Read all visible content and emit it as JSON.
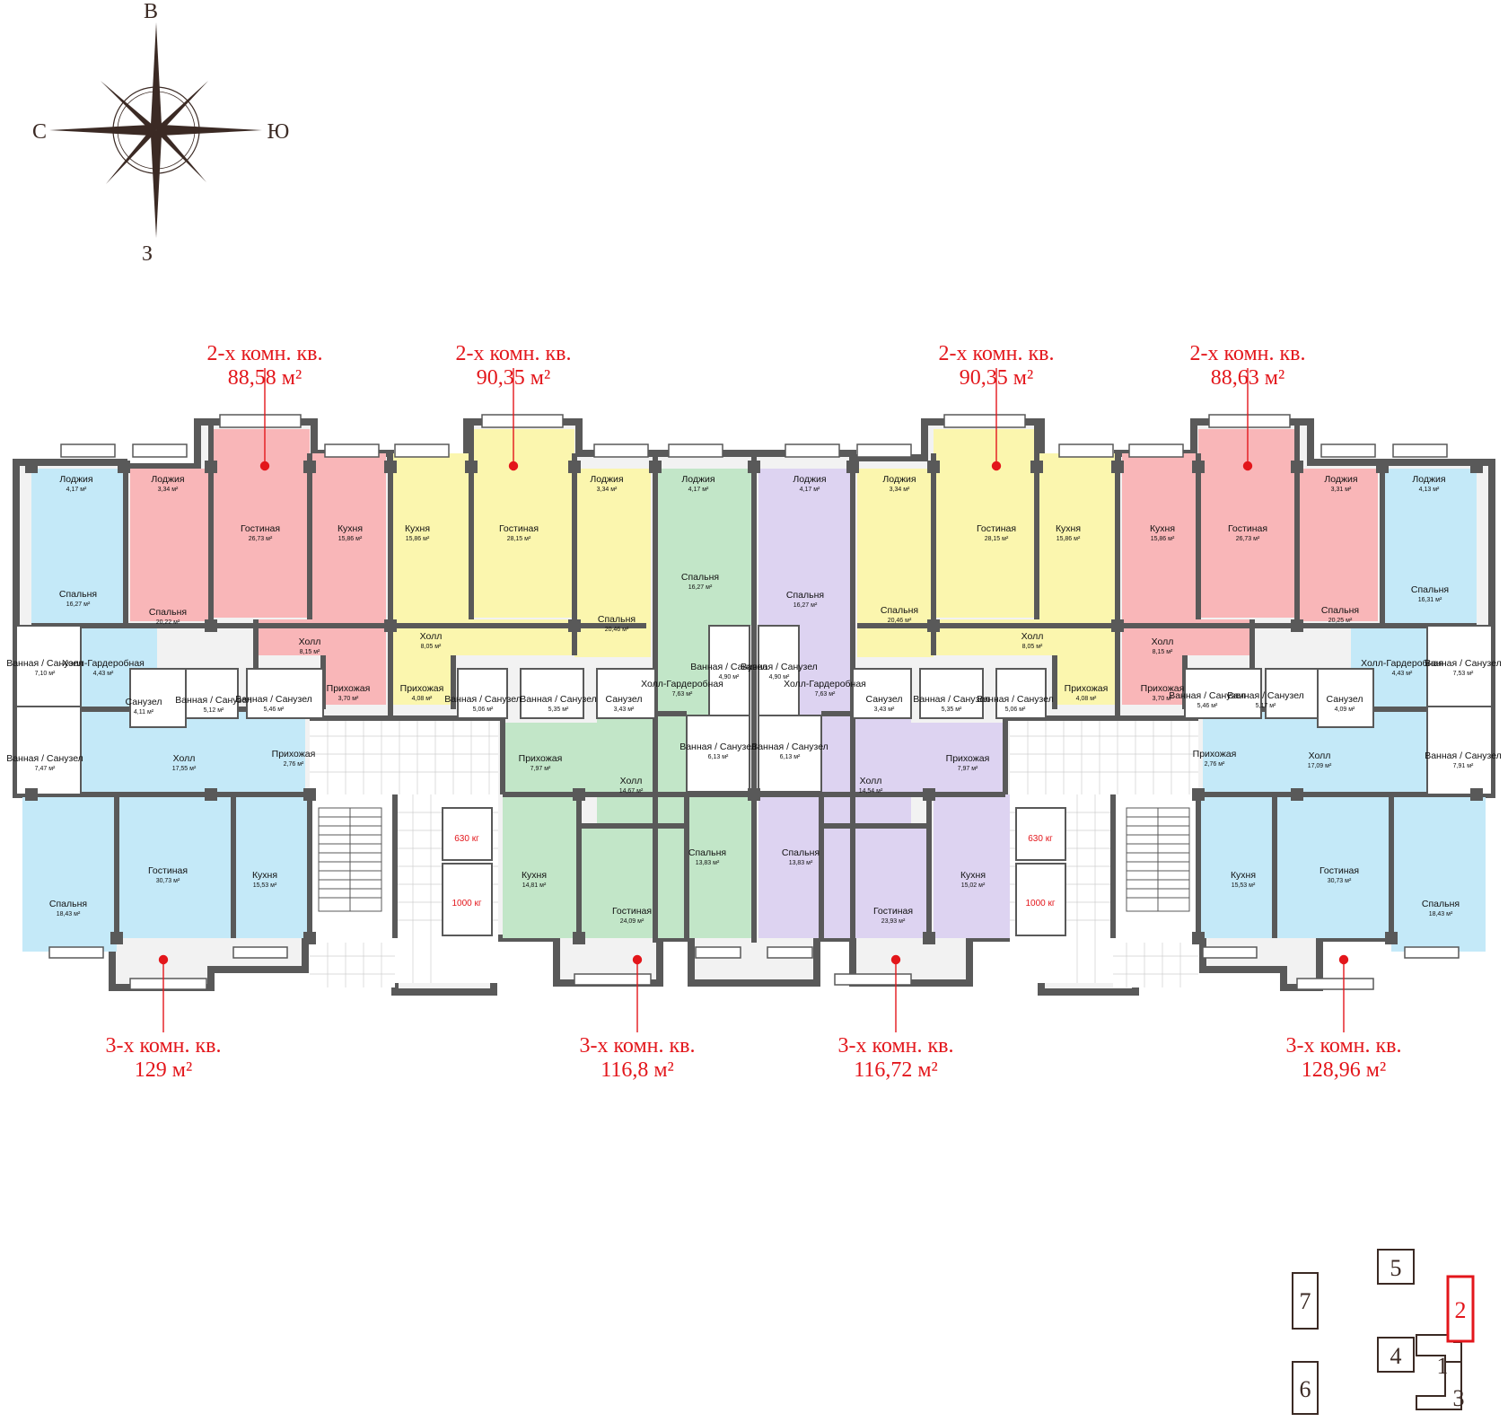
{
  "compass": {
    "north": "В",
    "south": "З",
    "west": "С",
    "east": "Ю"
  },
  "colors": {
    "pink": "#f9b6b8",
    "yellow": "#fbf6ae",
    "blue": "#c4e9f8",
    "green": "#c2e6c8",
    "purple": "#ddd3f1",
    "wall": "#595959",
    "accent": "#e3161b",
    "brown": "#3b2a24"
  },
  "apartments": [
    {
      "title": "2-х комн. кв.",
      "area": "88,58 м²"
    },
    {
      "title": "2-х комн. кв.",
      "area": "90,35 м²"
    },
    {
      "title": "2-х комн. кв.",
      "area": "90,35 м²"
    },
    {
      "title": "2-х комн. кв.",
      "area": "88,63 м²"
    },
    {
      "title": "3-х комн. кв.",
      "area": "129 м²"
    },
    {
      "title": "3-х комн. кв.",
      "area": "116,8 м²"
    },
    {
      "title": "3-х комн. кв.",
      "area": "116,72 м²"
    },
    {
      "title": "3-х комн. кв.",
      "area": "128,96 м²"
    }
  ],
  "rooms": [
    {
      "name": "Лоджия",
      "area": "4,17 м²"
    },
    {
      "name": "Лоджия",
      "area": "3,34 м²"
    },
    {
      "name": "Гостиная",
      "area": "26,73 м²"
    },
    {
      "name": "Кухня",
      "area": "15,86 м²"
    },
    {
      "name": "Кухня",
      "area": "15,86 м²"
    },
    {
      "name": "Гостиная",
      "area": "28,15 м²"
    },
    {
      "name": "Лоджия",
      "area": "3,34 м²"
    },
    {
      "name": "Лоджия",
      "area": "4,17 м²"
    },
    {
      "name": "Лоджия",
      "area": "4,17 м²"
    },
    {
      "name": "Лоджия",
      "area": "3,34 м²"
    },
    {
      "name": "Гостиная",
      "area": "28,15 м²"
    },
    {
      "name": "Кухня",
      "area": "15,86 м²"
    },
    {
      "name": "Кухня",
      "area": "15,86 м²"
    },
    {
      "name": "Гостиная",
      "area": "26,73 м²"
    },
    {
      "name": "Лоджия",
      "area": "3,31 м²"
    },
    {
      "name": "Лоджия",
      "area": "4,13 м²"
    },
    {
      "name": "Спальня",
      "area": "16,27 м²"
    },
    {
      "name": "Спальня",
      "area": "20,22 м²"
    },
    {
      "name": "Спальня",
      "area": "20,46 м²"
    },
    {
      "name": "Спальня",
      "area": "16,27 м²"
    },
    {
      "name": "Спальня",
      "area": "16,27 м²"
    },
    {
      "name": "Спальня",
      "area": "20,46 м²"
    },
    {
      "name": "Спальня",
      "area": "20,25 м²"
    },
    {
      "name": "Спальня",
      "area": "16,31 м²"
    },
    {
      "name": "Холл",
      "area": "8,15 м²"
    },
    {
      "name": "Холл",
      "area": "8,05 м²"
    },
    {
      "name": "Холл",
      "area": "8,05 м²"
    },
    {
      "name": "Холл",
      "area": "8,15 м²"
    },
    {
      "name": "Ванная / Санузел",
      "area": "7,10 м²"
    },
    {
      "name": "Холл-Гардеробная",
      "area": "4,43 м²"
    },
    {
      "name": "Санузел",
      "area": "4,11 м²"
    },
    {
      "name": "Ванная / Санузел",
      "area": "5,12 м²"
    },
    {
      "name": "Ванная / Санузел",
      "area": "5,46 м²"
    },
    {
      "name": "Прихожая",
      "area": "3,70 м²"
    },
    {
      "name": "Прихожая",
      "area": "4,08 м²"
    },
    {
      "name": "Ванная / Санузел",
      "area": "5,06 м²"
    },
    {
      "name": "Ванная / Санузел",
      "area": "5,35 м²"
    },
    {
      "name": "Санузел",
      "area": "3,43 м²"
    },
    {
      "name": "Холл-Гардеробная",
      "area": "7,63 м²"
    },
    {
      "name": "Ванная / Санузел",
      "area": "4,90 м²"
    },
    {
      "name": "Ванная / Санузел",
      "area": "4,90 м²"
    },
    {
      "name": "Холл-Гардеробная",
      "area": "7,63 м²"
    },
    {
      "name": "Санузел",
      "area": "3,43 м²"
    },
    {
      "name": "Ванная / Санузел",
      "area": "5,35 м²"
    },
    {
      "name": "Ванная / Санузел",
      "area": "5,06 м²"
    },
    {
      "name": "Прихожая",
      "area": "4,08 м²"
    },
    {
      "name": "Прихожая",
      "area": "3,70 м²"
    },
    {
      "name": "Ванная / Санузел",
      "area": "5,46 м²"
    },
    {
      "name": "Ванная / Санузел",
      "area": "5,17 м²"
    },
    {
      "name": "Санузел",
      "area": "4,09 м²"
    },
    {
      "name": "Холл-Гардеробная",
      "area": "4,43 м²"
    },
    {
      "name": "Ванная / Санузел",
      "area": "7,53 м²"
    },
    {
      "name": "Ванная / Санузел",
      "area": "7,47 м²"
    },
    {
      "name": "Холл",
      "area": "17,55 м²"
    },
    {
      "name": "Прихожая",
      "area": "2,76 м²"
    },
    {
      "name": "Прихожая",
      "area": "7,97 м²"
    },
    {
      "name": "Холл",
      "area": "14,67 м²"
    },
    {
      "name": "Ванная / Санузел",
      "area": "6,13 м²"
    },
    {
      "name": "Ванная / Санузел",
      "area": "6,13 м²"
    },
    {
      "name": "Холл",
      "area": "14,54 м²"
    },
    {
      "name": "Прихожая",
      "area": "7,97 м²"
    },
    {
      "name": "Прихожая",
      "area": "2,76 м²"
    },
    {
      "name": "Холл",
      "area": "17,09 м²"
    },
    {
      "name": "Ванная / Санузел",
      "area": "7,91 м²"
    },
    {
      "name": "Спальня",
      "area": "18,43 м²"
    },
    {
      "name": "Гостиная",
      "area": "30,73 м²"
    },
    {
      "name": "Кухня",
      "area": "15,53 м²"
    },
    {
      "name": "Кухня",
      "area": "14,81 м²"
    },
    {
      "name": "Гостиная",
      "area": "24,09 м²"
    },
    {
      "name": "Спальня",
      "area": "13,83 м²"
    },
    {
      "name": "Спальня",
      "area": "13,83 м²"
    },
    {
      "name": "Гостиная",
      "area": "23,93 м²"
    },
    {
      "name": "Кухня",
      "area": "15,02 м²"
    },
    {
      "name": "Кухня",
      "area": "15,53 м²"
    },
    {
      "name": "Гостиная",
      "area": "30,73 м²"
    },
    {
      "name": "Спальня",
      "area": "18,43 м²"
    }
  ],
  "lifts": [
    {
      "small": "630 кг",
      "large": "1000 кг"
    },
    {
      "small": "630 кг",
      "large": "1000 кг"
    }
  ],
  "site_plan": {
    "buildings": [
      "1",
      "5",
      "7",
      "2",
      "4",
      "6",
      "3"
    ],
    "active": "2"
  }
}
